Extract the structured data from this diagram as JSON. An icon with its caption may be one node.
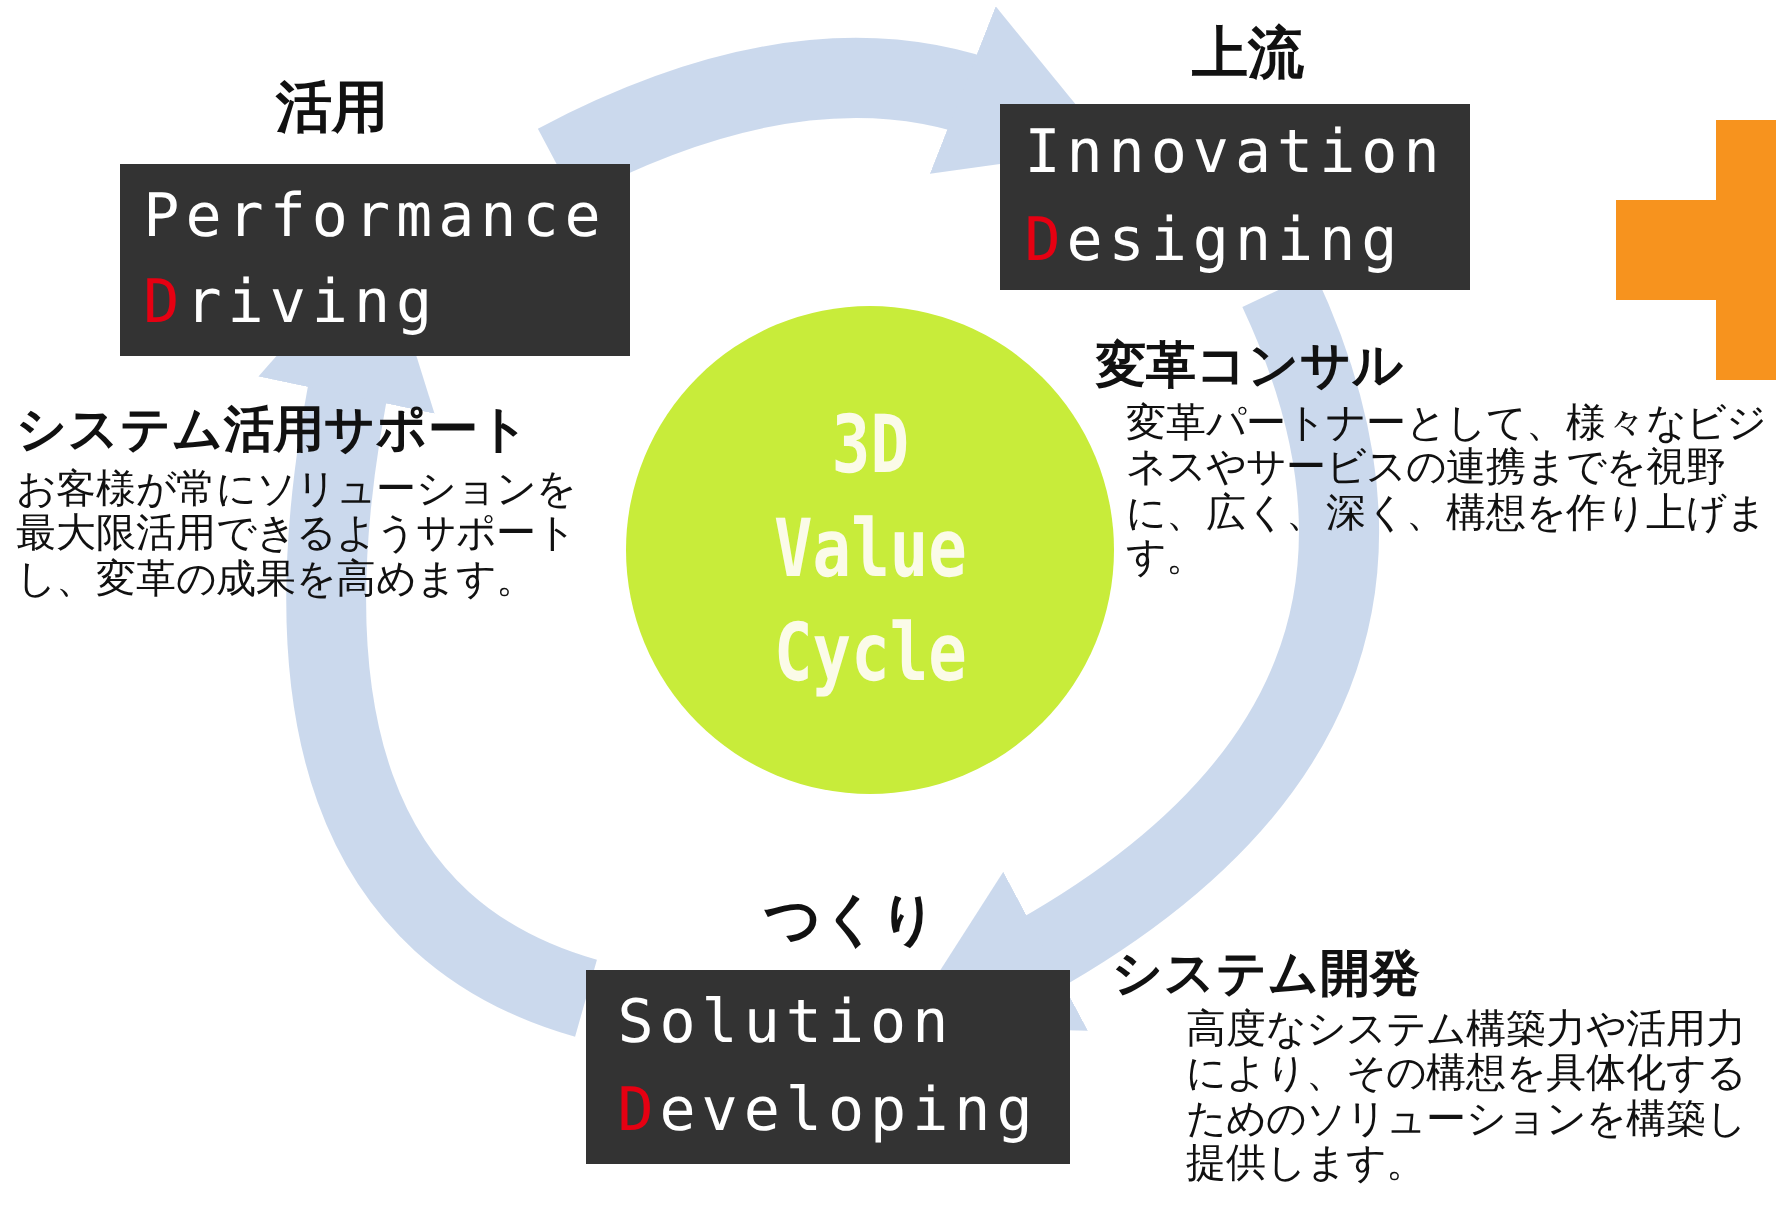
{
  "diagram": {
    "nodes": [
      {
        "text": [
          "3D Value Cycle"
        ]
      },
      {
        "text": [
          "活用",
          "Performance Driving"
        ],
        "beside": [
          "システム活用サポート",
          "お客様が常にソリューションを最大限活用できるようサポートし、変革の成果を高めます。"
        ]
      },
      {
        "text": [
          "上流",
          "Innovation Designing"
        ],
        "beside": [
          "変革コンサル",
          "変革パートナーとして、様々なビジネスやサービスの連携までを視野に、広く、深く、構想を作り上げます。"
        ]
      },
      {
        "text": [
          "つくり",
          "Solution Developing"
        ],
        "beside": [
          "システム開発",
          "高度なシステム構築力や活用力により、その構想を具体化するためのソリューションを構築し提供します。"
        ]
      }
    ],
    "edges": [
      {
        "from": 1,
        "to": 2,
        "arrow": "to"
      },
      {
        "from": 2,
        "to": 3,
        "arrow": "to"
      },
      {
        "from": 3,
        "to": 1,
        "arrow": "to"
      }
    ]
  }
}
